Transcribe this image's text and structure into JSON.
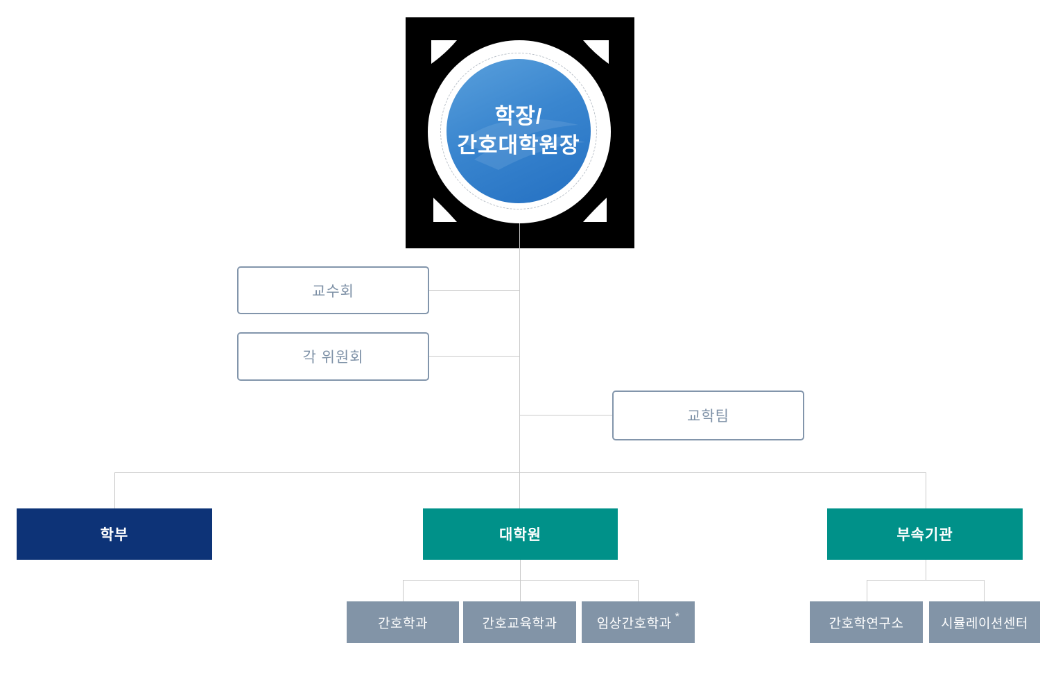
{
  "org_chart": {
    "root": {
      "line1": "학장/",
      "line2": "간호대학원장"
    },
    "advisory_boxes": [
      {
        "label": "교수회"
      },
      {
        "label": "각 위원회"
      }
    ],
    "staff_box": {
      "label": "교학팀"
    },
    "divisions": [
      {
        "label": "학부"
      },
      {
        "label": "대학원"
      },
      {
        "label": "부속기관"
      }
    ],
    "graduate_departments": [
      {
        "label": "간호학과",
        "mark": ""
      },
      {
        "label": "간호교육학과",
        "mark": ""
      },
      {
        "label": "임상간호학과",
        "mark": "*"
      }
    ],
    "affiliated_institutions": [
      {
        "label": "간호학연구소"
      },
      {
        "label": "시뮬레이션센터"
      }
    ],
    "colors": {
      "undergraduate_navy": "#0d3377",
      "division_teal": "#009189",
      "department_slate": "#8294a7",
      "outline_border": "#8295ab",
      "outline_text": "#7d90a6",
      "connector_gray": "#c9c9c9",
      "badge_black": "#000000",
      "circle_blue_light": "#5aa0dc",
      "circle_blue_dark": "#2470c2"
    }
  }
}
